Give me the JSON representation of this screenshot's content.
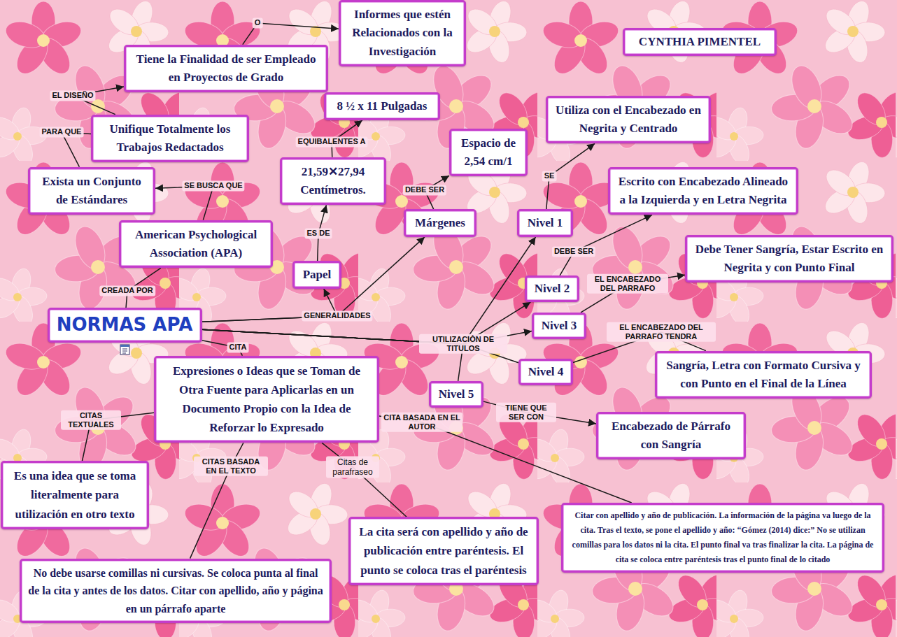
{
  "diagram": {
    "nodes": [
      {
        "text": [
          "Informes que estén Relacionados con la Investigación"
        ]
      },
      {
        "text": [
          "CYNTHIA PIMENTEL"
        ]
      },
      {
        "text": [
          "Tiene la Finalidad de ser Empleado en Proyectos de Grado"
        ]
      },
      {
        "text": [
          "8 ½ x 11 Pulgadas"
        ]
      },
      {
        "text": [
          "Utiliza con el Encabezado en Negrita y Centrado"
        ]
      },
      {
        "text": [
          "Unifique Totalmente los Trabajos Redactados"
        ]
      },
      {
        "text": [
          "Espacio de 2,54 cm/1"
        ]
      },
      {
        "text": [
          "21,59✕27,94 Centímetros."
        ]
      },
      {
        "text": [
          "Escrito con Encabezado Alineado a la Izquierda y en Letra Negrita"
        ]
      },
      {
        "text": [
          "Exista un Conjunto de Estándares"
        ]
      },
      {
        "text": [
          "Márgenes"
        ]
      },
      {
        "text": [
          "Nivel 1"
        ]
      },
      {
        "text": [
          "American Psychological Association (APA)"
        ]
      },
      {
        "text": [
          "Debe Tener Sangría, Estar Escrito en Negrita y con Punto Final"
        ]
      },
      {
        "text": [
          "Papel"
        ]
      },
      {
        "text": [
          "Nivel 2"
        ]
      },
      {
        "text": [
          "NORMAS APA"
        ]
      },
      {
        "text": [
          "Nivel 3"
        ]
      },
      {
        "text": [
          "Sangría, Letra con Formato Cursiva y con Punto en el Final de la Línea"
        ]
      },
      {
        "text": [
          "Expresiones o Ideas que se Toman de Otra Fuente para Aplicarlas en un Documento Propio con la Idea de Reforzar lo Expresado"
        ]
      },
      {
        "text": [
          "Nivel 4"
        ]
      },
      {
        "text": [
          "Nivel 5"
        ]
      },
      {
        "text": [
          "Encabezado de Párrafo con Sangría"
        ]
      },
      {
        "text": [
          "Es una idea que se toma literalmente para utilización en otro texto"
        ]
      },
      {
        "text": [
          "Citar con apellido y año de publicación. La información de la página va luego de la cita. Tras el texto, se pone el apellido y año: “Gómez (2014) dice:” No se utilizan comillas para los datos ni la cita. El punto final va tras finalizar la cita. La página de cita se coloca entre paréntesis tras el punto final de lo citado"
        ]
      },
      {
        "text": [
          "La cita será con apellido y año de publicación entre paréntesis. El punto se coloca tras el paréntesis"
        ]
      },
      {
        "text": [
          "No debe usarse comillas ni cursivas. Se coloca punta al final de la cita y antes de los datos. Citar con apellido, año y página en un párrafo aparte"
        ]
      }
    ],
    "edges": [
      {
        "from": 16,
        "to": 12,
        "label": "CREADA POR",
        "arrow": "none"
      },
      {
        "from": 12,
        "to": 9,
        "label": "SE BUSCA QUE",
        "arrow": "to"
      },
      {
        "from": 9,
        "to": 5,
        "label": "PARA QUE",
        "arrow": "none"
      },
      {
        "from": 5,
        "to": 2,
        "label": "EL DISEÑO",
        "arrow": "to"
      },
      {
        "from": 2,
        "to": 0,
        "label": "O",
        "arrow": "to"
      },
      {
        "from": 16,
        "to": 14,
        "label": "GENERALIDADES",
        "arrow": "to"
      },
      {
        "from": 16,
        "to": 10,
        "arrow": "to"
      },
      {
        "from": 14,
        "to": 7,
        "label": "ES DE",
        "arrow": "to"
      },
      {
        "from": 7,
        "to": 3,
        "label": "EQUIBALENTES A",
        "arrow": "to"
      },
      {
        "from": 10,
        "to": 6,
        "label": "DEBE SER",
        "arrow": "to"
      },
      {
        "from": 16,
        "to": 17,
        "label": "UTILIZACIÒN DE TITULOS",
        "arrow": "to"
      },
      {
        "from": 16,
        "to": 11,
        "arrow": "to"
      },
      {
        "from": 16,
        "to": 15,
        "arrow": "to"
      },
      {
        "from": 16,
        "to": 20,
        "arrow": "none"
      },
      {
        "from": 16,
        "to": 21,
        "arrow": "none"
      },
      {
        "from": 11,
        "to": 4,
        "label": "SE",
        "arrow": "to"
      },
      {
        "from": 15,
        "to": 8,
        "label": "DEBE SER",
        "arrow": "to"
      },
      {
        "from": 17,
        "to": 13,
        "label": "EL ENCABEZADO DEL PARRAFO",
        "arrow": "to"
      },
      {
        "from": 20,
        "to": 18,
        "label": "EL ENCABEZADO DEL PARRAFO TENDRA",
        "arrow": "none"
      },
      {
        "from": 21,
        "to": 22,
        "label": "TIENE QUE SER CON",
        "arrow": "to"
      },
      {
        "from": 16,
        "to": 19,
        "label": "CITA",
        "arrow": "none"
      },
      {
        "from": 19,
        "to": 23,
        "label": "CITAS TEXTUALES",
        "arrow": "none"
      },
      {
        "from": 19,
        "to": 26,
        "label": "CITAS BASADA EN EL TEXTO",
        "arrow": "none"
      },
      {
        "from": 19,
        "to": 25,
        "label": "Citas de parafraseo",
        "arrow": "none"
      },
      {
        "from": 19,
        "to": 24,
        "label": "CITA BASADA EN EL AUTOR",
        "arrow": "none"
      }
    ]
  }
}
